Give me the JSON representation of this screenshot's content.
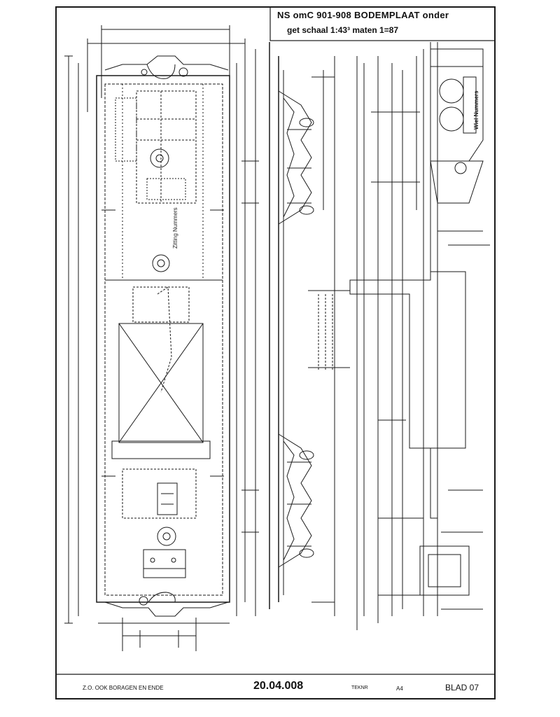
{
  "header": {
    "title_line1": "NS omC 901-908  BODEMPLAAT onder",
    "title_line2": "get schaal 1:43³  maten 1=87"
  },
  "footer": {
    "note": "Z.O.  OOK  BORAGEN  EN  ENDE",
    "drawing_number": "20.04.008",
    "type": "TEKNR",
    "size": "A4",
    "sheet": "BLAD 07"
  },
  "labels": {
    "seat_numbers": "Zitting Nummers",
    "wheel_numbers": "Wiel Nummers"
  },
  "colors": {
    "ink": "#1a1a1a",
    "paper": "#ffffff",
    "hatch": "#555555"
  }
}
